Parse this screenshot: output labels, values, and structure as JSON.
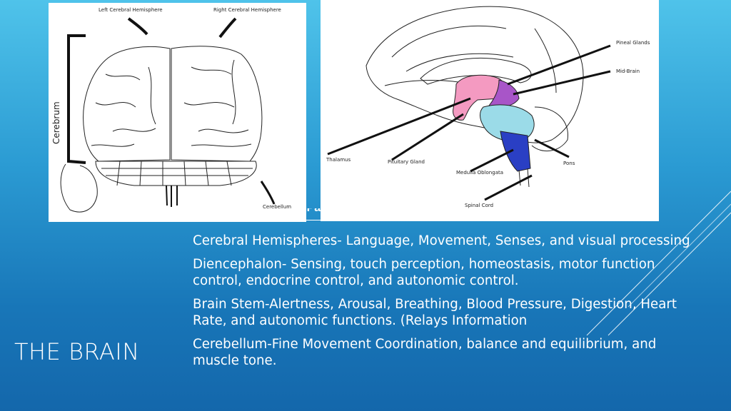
{
  "slide": {
    "title": "THE BRAIN",
    "heading_partial": "rious Parts",
    "bullets": [
      "Cerebral Hemispheres- Language, Movement, Senses, and visual processing",
      "Diencephalon- Sensing, touch perception, homeostasis, motor function control, endocrine control, and autonomic control.",
      "Brain Stem-Alertness, Arousal, Breathing, Blood Pressure, Digestion, Heart Rate, and autonomic functions. (Relays Information",
      "Cerebellum-Fine Movement Coordination, balance and equilibrium, and muscle tone."
    ]
  },
  "diagram_left": {
    "labels": {
      "left_hemisphere": "Left Cerebral Hemisphere",
      "right_hemisphere": "Right Cerebral Hemisphere",
      "cerebrum": "Cerebrum",
      "cerebellum": "Cerebellum"
    }
  },
  "diagram_right": {
    "labels": {
      "pineal": "Pineal Glands",
      "midbrain": "Mid-Brain",
      "thalamus": "Thalamus",
      "pituitary": "Pituitary Gland",
      "pons": "Pons",
      "medulla": "Medulla Oblongata",
      "spinal": "Spinal Cord"
    },
    "colors": {
      "thalamus": "#f49ac1",
      "midbrain": "#a855c8",
      "pons": "#9bdbe8",
      "medulla": "#2a3fc4"
    }
  }
}
